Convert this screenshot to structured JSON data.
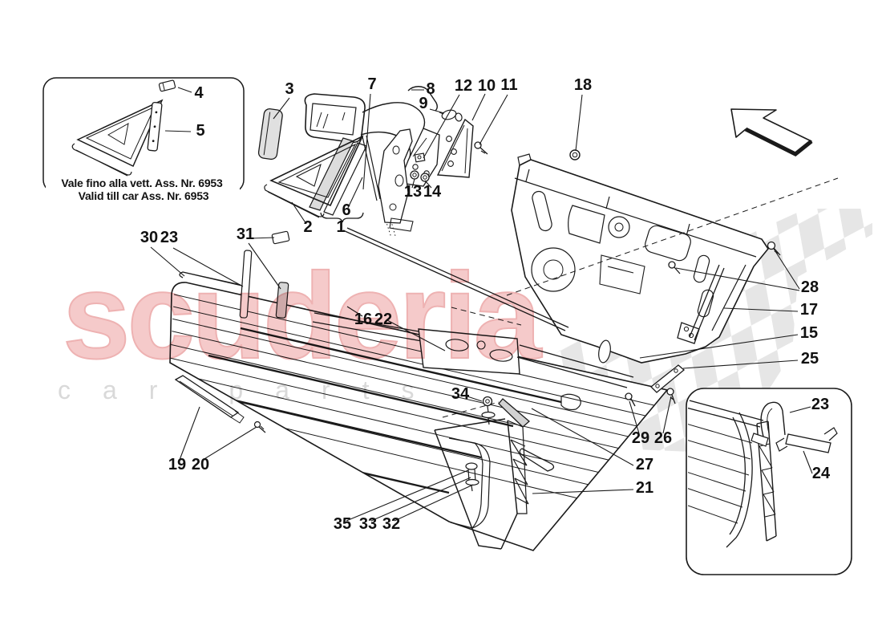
{
  "note": {
    "line1": "Vale fino alla vett. Ass. Nr. 6953",
    "line2": "Valid till car Ass. Nr. 6953"
  },
  "watermark": {
    "brand": "scuderia",
    "tagline": "car parts"
  },
  "colors": {
    "line": "#1a1a1a",
    "checker": "#e6e6e6",
    "brand_fill": "#f5caca",
    "brand_stroke": "#eeb2b2",
    "tagline_fill": "#d9d9d9"
  },
  "arrow": {
    "name": "direction-arrow-upper-left"
  },
  "callouts": [
    "4",
    "5",
    "3",
    "7",
    "8",
    "9",
    "12",
    "10",
    "11",
    "18",
    "13",
    "14",
    "6",
    "2",
    "1",
    "30",
    "23",
    "31",
    "16",
    "22",
    "28",
    "17",
    "15",
    "25",
    "34",
    "29",
    "26",
    "19",
    "20",
    "27",
    "21",
    "23",
    "24",
    "35",
    "33",
    "32"
  ]
}
